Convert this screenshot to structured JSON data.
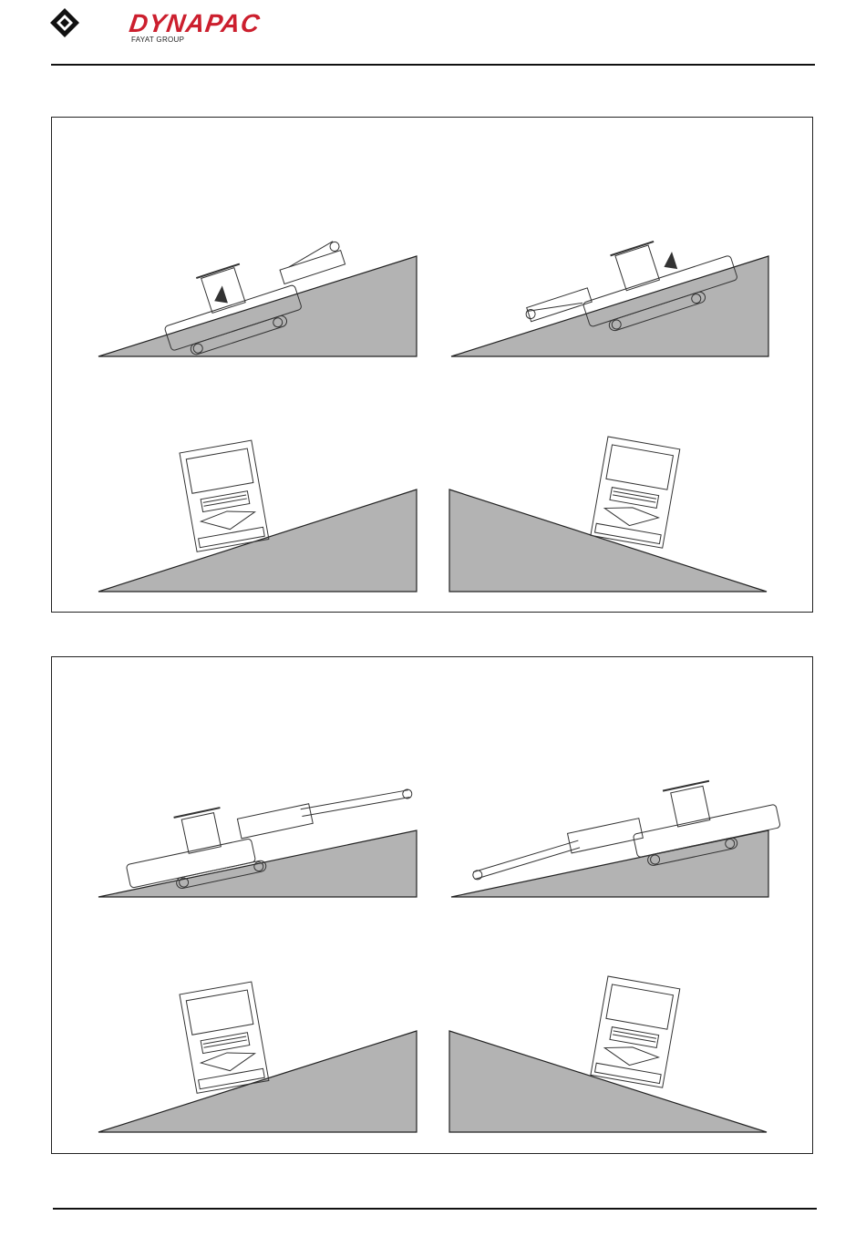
{
  "header": {
    "brand_name": "DYNAPAC",
    "brand_subtitle": "FAYAT GROUP",
    "brand_color": "#cc1f2e"
  },
  "figure": {
    "ramp_fill": "#b3b3b3",
    "line_color": "#222222",
    "panels": [
      {
        "id": "panel-1",
        "conveyor": "short",
        "views": [
          "side-uphill-front",
          "side-uphill-rear",
          "front-tilt-left",
          "front-tilt-right"
        ]
      },
      {
        "id": "panel-2",
        "conveyor": "long",
        "views": [
          "side-uphill-front",
          "side-uphill-rear",
          "front-tilt-left",
          "front-tilt-right"
        ]
      }
    ]
  }
}
